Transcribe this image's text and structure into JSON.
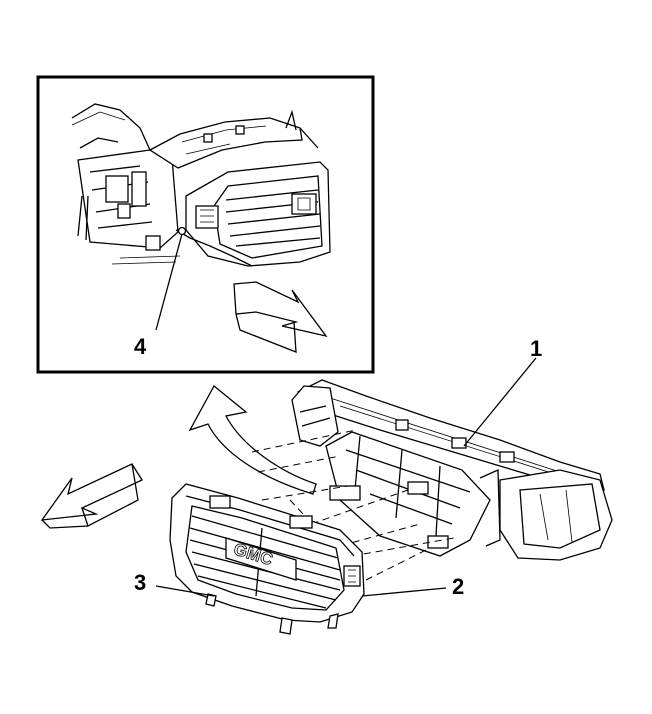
{
  "callouts": {
    "c1": "1",
    "c2": "2",
    "c3": "3",
    "c4": "4"
  },
  "grille_emblem": "GMC",
  "icons": {
    "detail_view": "detail-inset-frame",
    "removal_arrow": "curved-arrow-icon",
    "front_arrow": "direction-arrow-icon"
  }
}
